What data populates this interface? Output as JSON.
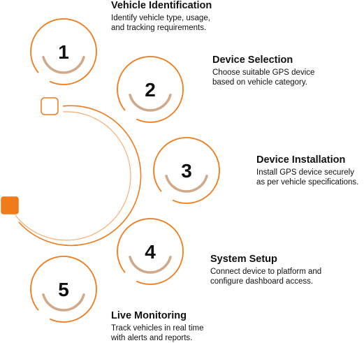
{
  "colors": {
    "accent": "#F07B1B",
    "accent_inner": "#D0A98A",
    "text": "#111111",
    "background": "#FFFFFF"
  },
  "steps": [
    {
      "number": "1",
      "title": "Vehicle Identification",
      "description": "Identify vehicle type, usage,\nand tracking requirements."
    },
    {
      "number": "2",
      "title": "Device Selection",
      "description": "Choose suitable GPS device\nbased on vehicle category."
    },
    {
      "number": "3",
      "title": "Device Installation",
      "description": "Install GPS device securely\nas per vehicle specifications."
    },
    {
      "number": "4",
      "title": "System Setup",
      "description": "Connect device to platform and\nconfigure dashboard access."
    },
    {
      "number": "5",
      "title": "Live Monitoring",
      "description": "Track vehicles in real time\nwith alerts and reports."
    }
  ]
}
